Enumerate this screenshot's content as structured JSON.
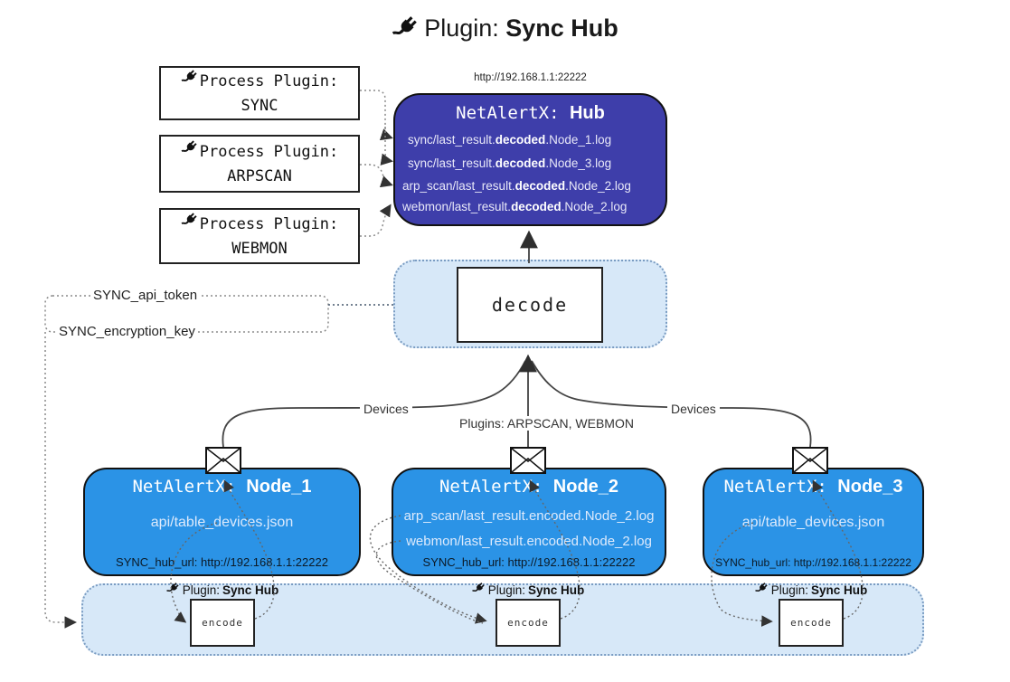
{
  "title": {
    "prefix": "Plugin: ",
    "bold": "Sync Hub"
  },
  "hub": {
    "url": "http://192.168.1.1:22222",
    "name_prefix": "NetAlertX: ",
    "name_bold": "Hub",
    "files": [
      {
        "pre": "sync/last_result.",
        "bold": "decoded",
        "post": ".Node_1.log"
      },
      {
        "pre": "sync/last_result.",
        "bold": "decoded",
        "post": ".Node_3.log"
      },
      {
        "pre": "arp_scan/last_result.",
        "bold": "decoded",
        "post": ".Node_2.log"
      },
      {
        "pre": "webmon/last_result.",
        "bold": "decoded",
        "post": ".Node_2.log"
      }
    ]
  },
  "process_plugins": [
    {
      "label": "Process Plugin:",
      "name": "SYNC"
    },
    {
      "label": "Process Plugin:",
      "name": "ARPSCAN"
    },
    {
      "label": "Process Plugin:",
      "name": "WEBMON"
    }
  ],
  "decode": {
    "label": "decode"
  },
  "settings": {
    "api_token": "SYNC_api_token",
    "encryption_key": "SYNC_encryption_key"
  },
  "edges": {
    "devices_left": "Devices",
    "plugins_mid": "Plugins: ARPSCAN, WEBMON",
    "devices_right": "Devices"
  },
  "nodes": [
    {
      "name_prefix": "NetAlertX: ",
      "name_bold": "Node_1",
      "files": [
        "api/table_devices.json"
      ],
      "hub_url": "SYNC_hub_url: http://192.168.1.1:22222"
    },
    {
      "name_prefix": "NetAlertX: ",
      "name_bold": "Node_2",
      "files": [
        "arp_scan/last_result.encoded.Node_2.log",
        "webmon/last_result.encoded.Node_2.log"
      ],
      "hub_url": "SYNC_hub_url: http://192.168.1.1:22222"
    },
    {
      "name_prefix": "NetAlertX: ",
      "name_bold": "Node_3",
      "files": [
        "api/table_devices.json"
      ],
      "hub_url": "SYNC_hub_url: http://192.168.1.1:22222"
    }
  ],
  "encode": {
    "plugin_prefix": "Plugin: ",
    "plugin_bold": "Sync Hub",
    "label": "encode"
  },
  "colors": {
    "hub_fill": "#3e3eaa",
    "node_fill": "#2b93e6",
    "panel_fill": "#d7e8f8",
    "panel_border": "#7a9cc2",
    "edge": "#444444"
  }
}
